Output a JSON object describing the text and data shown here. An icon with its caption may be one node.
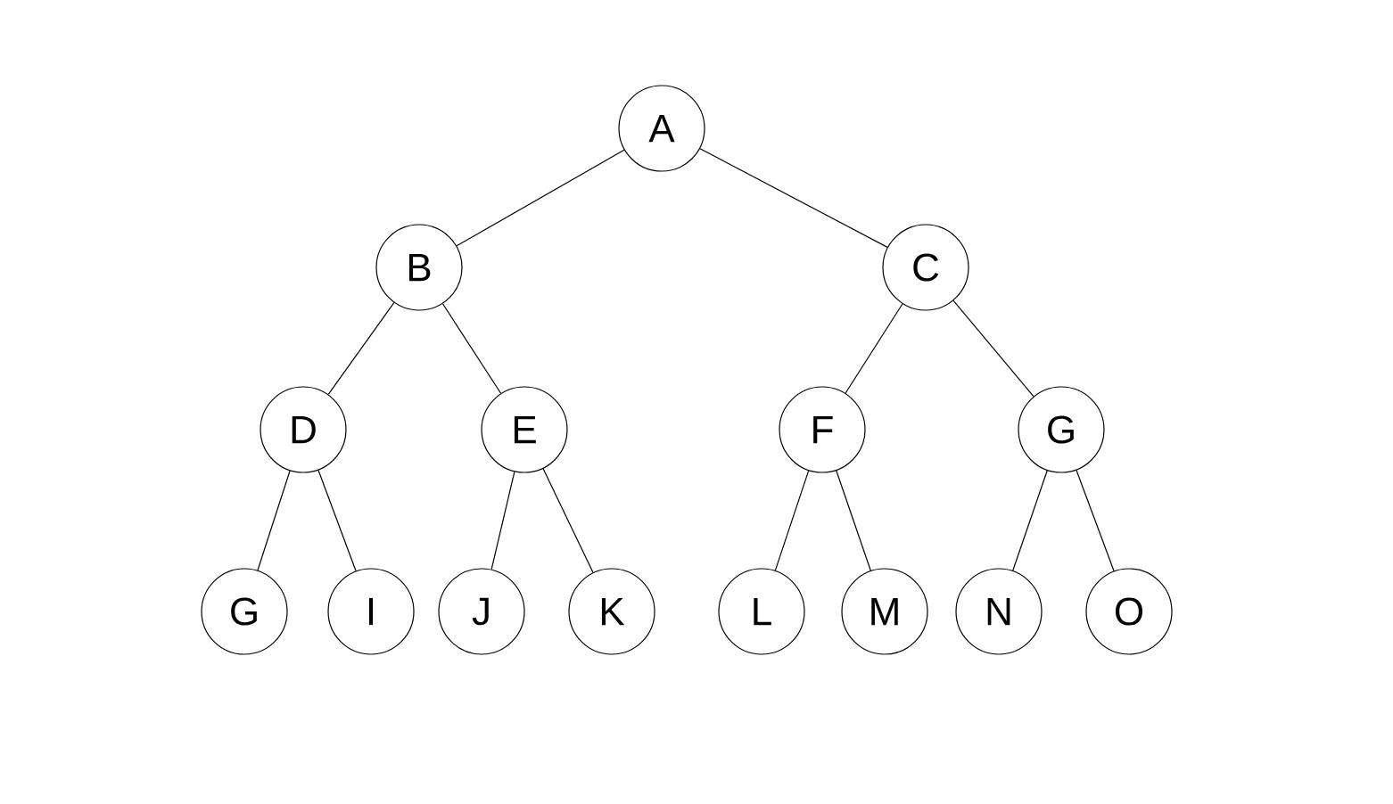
{
  "diagram": {
    "nodes": [
      {
        "text": [
          "A"
        ]
      },
      {
        "text": [
          "B"
        ]
      },
      {
        "text": [
          "C"
        ]
      },
      {
        "text": [
          "D"
        ]
      },
      {
        "text": [
          "E"
        ]
      },
      {
        "text": [
          "F"
        ]
      },
      {
        "text": [
          "G"
        ]
      },
      {
        "text": [
          "G"
        ]
      },
      {
        "text": [
          "I"
        ]
      },
      {
        "text": [
          "J"
        ]
      },
      {
        "text": [
          "K"
        ]
      },
      {
        "text": [
          "L"
        ]
      },
      {
        "text": [
          "M"
        ]
      },
      {
        "text": [
          "N"
        ]
      },
      {
        "text": [
          "O"
        ]
      }
    ],
    "edges": [
      {
        "from": 0,
        "to": 1,
        "arrow": "none"
      },
      {
        "from": 0,
        "to": 2,
        "arrow": "none"
      },
      {
        "from": 1,
        "to": 3,
        "arrow": "none"
      },
      {
        "from": 1,
        "to": 4,
        "arrow": "none"
      },
      {
        "from": 2,
        "to": 5,
        "arrow": "none"
      },
      {
        "from": 2,
        "to": 6,
        "arrow": "none"
      },
      {
        "from": 3,
        "to": 7,
        "arrow": "none"
      },
      {
        "from": 3,
        "to": 8,
        "arrow": "none"
      },
      {
        "from": 4,
        "to": 9,
        "arrow": "none"
      },
      {
        "from": 4,
        "to": 10,
        "arrow": "none"
      },
      {
        "from": 5,
        "to": 11,
        "arrow": "none"
      },
      {
        "from": 5,
        "to": 12,
        "arrow": "none"
      },
      {
        "from": 6,
        "to": 13,
        "arrow": "none"
      },
      {
        "from": 6,
        "to": 14,
        "arrow": "none"
      }
    ]
  }
}
